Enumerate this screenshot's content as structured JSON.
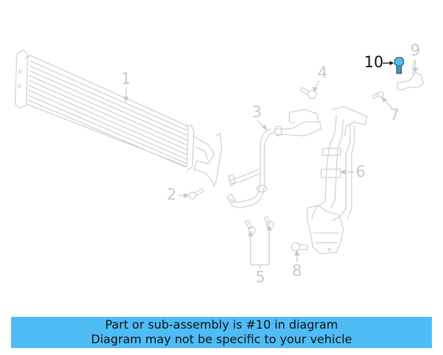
{
  "diagram": {
    "callouts": [
      {
        "number": "1",
        "label": "1"
      },
      {
        "number": "2",
        "label": "2"
      },
      {
        "number": "3",
        "label": "3"
      },
      {
        "number": "4",
        "label": "4"
      },
      {
        "number": "5",
        "label": "5"
      },
      {
        "number": "6",
        "label": "6"
      },
      {
        "number": "7",
        "label": "7"
      },
      {
        "number": "8",
        "label": "8"
      },
      {
        "number": "9",
        "label": "9"
      },
      {
        "number": "10",
        "label": "10"
      }
    ],
    "highlighted_part": "10",
    "highlight_color": "#4fbcf5",
    "line_color": "#c8c8c8"
  },
  "banner": {
    "line1": "Part or sub-assembly is #10 in diagram",
    "line2": "Diagram may not be specific to your vehicle",
    "background": "#4fbcf5"
  }
}
